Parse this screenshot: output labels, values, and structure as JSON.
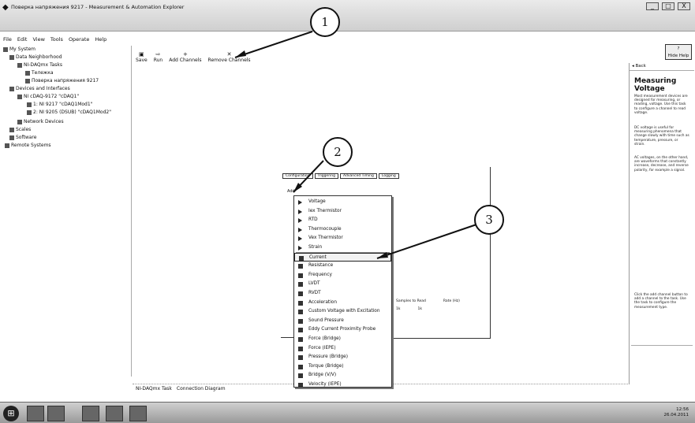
{
  "window": {
    "title": "Поверка напряжения 9217 - Measurement & Automation Explorer",
    "controls": [
      "_",
      "□",
      "X"
    ]
  },
  "menu": [
    "File",
    "Edit",
    "View",
    "Tools",
    "Operate",
    "Help"
  ],
  "tree": [
    {
      "label": "My System"
    },
    {
      "label": "Data Neighborhood"
    },
    {
      "label": "NI-DAQmx Tasks"
    },
    {
      "label": "Тележка"
    },
    {
      "label": "Поверка напряжения 9217"
    },
    {
      "label": "Devices and Interfaces"
    },
    {
      "label": "NI cDAQ-9172 \"cDAQ1\""
    },
    {
      "label": "1: NI 9217 \"cDAQ1Mod1\""
    },
    {
      "label": "2: NI 9205 (DSUB) \"cDAQ1Mod2\""
    },
    {
      "label": "Network Devices"
    },
    {
      "label": "Scales"
    },
    {
      "label": "Software"
    },
    {
      "label": "Remote Systems"
    }
  ],
  "toolbar": {
    "save": "Save",
    "run": "Run",
    "add_channels": "Add Channels",
    "remove_channels": "Remove Channels"
  },
  "config_tabs": [
    "Configuration",
    "Triggering",
    "Advanced Timing",
    "Logging"
  ],
  "add_row_label": "Add",
  "dropdown": [
    "Voltage",
    "Iex Thermistor",
    "RTD",
    "Thermocouple",
    "Vex Thermistor",
    "Strain",
    "Current",
    "Resistance",
    "Frequency",
    "LVDT",
    "RVDT",
    "Acceleration",
    "Custom Voltage with Excitation",
    "Sound Pressure",
    "Eddy Current Proximity Probe",
    "Force (Bridge)",
    "Force (IEPE)",
    "Pressure (Bridge)",
    "Torque (Bridge)",
    "Bridge (V/V)",
    "Velocity (IEPE)"
  ],
  "dropdown_selected": "Current",
  "fields": {
    "label_a": "Samples to Read",
    "label_b": "Rate (Hz)",
    "value_a": "1k",
    "value_b": "1k"
  },
  "help": {
    "back": "Back",
    "hide": "Hide Help",
    "title": "Measuring Voltage",
    "p1": "Most measurement devices are designed for measuring, or reading, voltage. Use this task to configure a channel to read voltage.",
    "p2": "DC voltage is useful for measuring phenomena that change slowly with time such as temperature, pressure, or strain.",
    "p3": "AC voltages, on the other hand, are waveforms that constantly increase, decrease, and reverse polarity, for example a signal.",
    "p4": "Click the add channel button to add a channel to the task. Use the task to configure the measurement type."
  },
  "bottom_tabs": [
    "NI-DAQmx Task",
    "Connection Diagram"
  ],
  "tray": {
    "time": "12:56",
    "date": "26.04.2011"
  },
  "callouts": [
    "1",
    "2",
    "3"
  ]
}
